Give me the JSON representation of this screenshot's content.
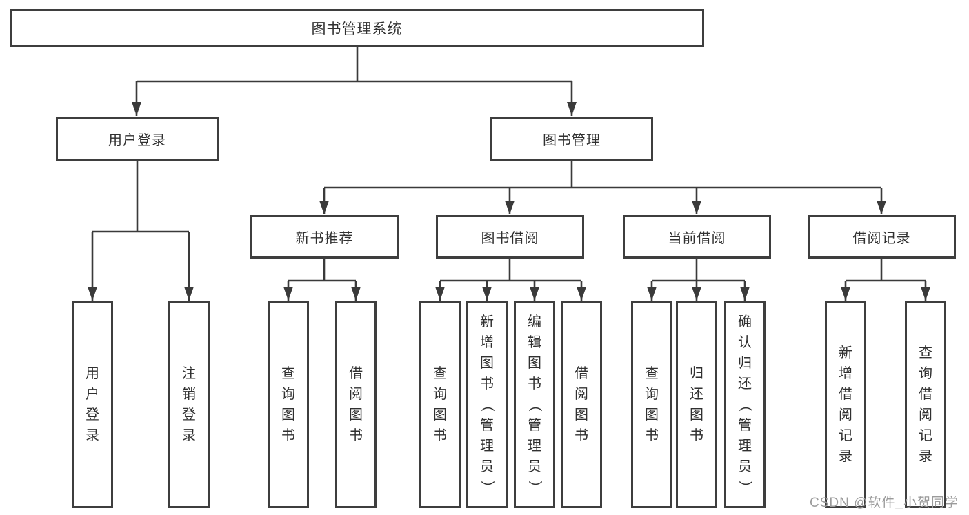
{
  "tree": {
    "root": "图书管理系统",
    "level2": {
      "user_login": "用户登录",
      "book_management": "图书管理"
    },
    "level3": {
      "new_book": "新书推荐",
      "book_borrow": "图书借阅",
      "current_borrow": "当前借阅",
      "borrow_records": "借阅记录"
    },
    "leaves": {
      "user_login": [
        "用户登录",
        "注销登录"
      ],
      "new_book": [
        "查询图书",
        "借阅图书"
      ],
      "book_borrow": [
        "查询图书",
        "新增图书（管理员）",
        "编辑图书（管理员）",
        "借阅图书"
      ],
      "current_borrow": [
        "查询图书",
        "归还图书",
        "确认归还（管理员）"
      ],
      "borrow_records": [
        "新增借阅记录",
        "查询借阅记录"
      ]
    }
  },
  "watermark": "CSDN @软件_小贺同学",
  "colors": {
    "line": "#3a3a3a",
    "border": "#3e3e3e",
    "text": "#303030",
    "watermark": "#9b9b9b",
    "background": "#ffffff"
  }
}
